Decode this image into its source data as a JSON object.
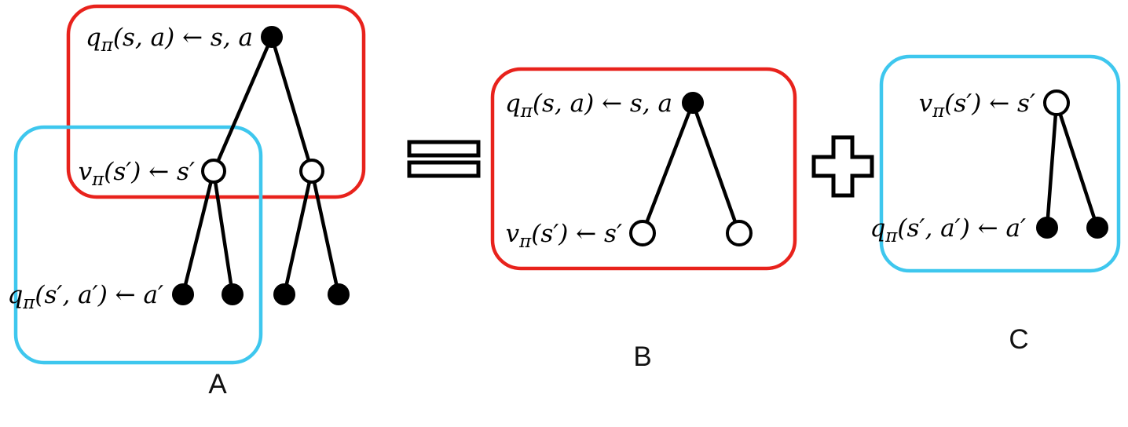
{
  "labels": {
    "q_sa": {
      "var": "q",
      "sub": "π",
      "rest": "(s, a) ← s, a"
    },
    "v_s": {
      "var": "v",
      "sub": "π",
      "rest": "(s′) ← s′"
    },
    "q_sa_prime": {
      "var": "q",
      "sub": "π",
      "rest": "(s′, a′) ← a′"
    }
  },
  "panels": {
    "a": {
      "letter": "A"
    },
    "b": {
      "letter": "B"
    },
    "c": {
      "letter": "C"
    }
  },
  "operators": {
    "equals": "=",
    "plus": "+"
  },
  "colors": {
    "red": "#e8221c",
    "cyan": "#3ec7ee",
    "node": "#000000"
  }
}
